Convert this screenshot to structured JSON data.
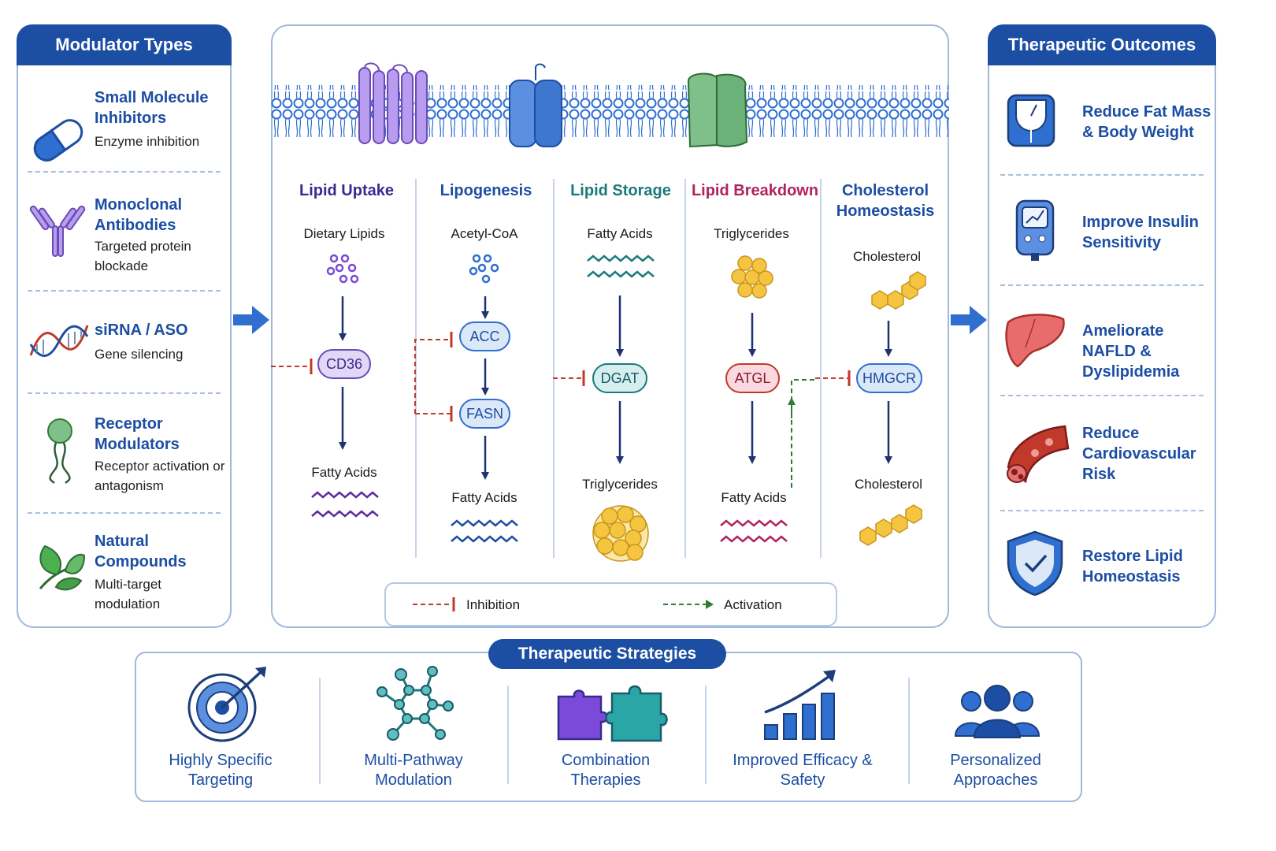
{
  "modulator_types": {
    "header": "Modulator Types",
    "items": [
      {
        "title": "Small Molecule Inhibitors",
        "desc": "Enzyme inhibition",
        "icon": "capsule-icon"
      },
      {
        "title": "Monoclonal Antibodies",
        "desc": "Targeted protein blockade",
        "icon": "antibody-icon"
      },
      {
        "title": "siRNA / ASO",
        "desc": "Gene silencing",
        "icon": "dna-icon"
      },
      {
        "title": "Receptor Modulators",
        "desc": "Receptor activation or antagonism",
        "icon": "receptor-icon"
      },
      {
        "title": "Natural Compounds",
        "desc": "Multi-target modulation",
        "icon": "leaf-icon"
      }
    ]
  },
  "pathways": {
    "columns": [
      {
        "title": "Lipid Uptake",
        "color": "#3a2a8f",
        "input": "Dietary Lipids",
        "target": "CD36",
        "output": "Fatty Acids"
      },
      {
        "title": "Lipogenesis",
        "color": "#1c4ea3",
        "input": "Acetyl-CoA",
        "targets": [
          "ACC",
          "FASN"
        ],
        "output": "Fatty Acids"
      },
      {
        "title": "Lipid Storage",
        "color": "#1a7a7a",
        "input": "Fatty Acids",
        "target": "DGAT",
        "output": "Triglycerides"
      },
      {
        "title": "Lipid Breakdown",
        "color": "#b0245e",
        "input": "Triglycerides",
        "target": "ATGL",
        "output": "Fatty Acids"
      },
      {
        "title": "Cholesterol Homeostasis",
        "color": "#1c4ea3",
        "input": "Cholesterol",
        "target": "HMGCR",
        "output": "Cholesterol"
      }
    ],
    "legend": {
      "inhibition": "Inhibition",
      "activation": "Activation"
    }
  },
  "therapeutic_outcomes": {
    "header": "Therapeutic Outcomes",
    "items": [
      {
        "title": "Reduce Fat Mass & Body Weight",
        "icon": "scale-icon"
      },
      {
        "title": "Improve Insulin Sensitivity",
        "icon": "glucometer-icon"
      },
      {
        "title": "Ameliorate NAFLD & Dyslipidemia",
        "icon": "liver-icon"
      },
      {
        "title": "Reduce Cardiovascular Risk",
        "icon": "artery-icon"
      },
      {
        "title": "Restore Lipid Homeostasis",
        "icon": "shield-check-icon"
      }
    ]
  },
  "therapeutic_strategies": {
    "header": "Therapeutic Strategies",
    "items": [
      {
        "label": "Highly Specific Targeting",
        "icon": "target-icon"
      },
      {
        "label": "Multi-Pathway Modulation",
        "icon": "network-icon"
      },
      {
        "label": "Combination Therapies",
        "icon": "puzzle-icon"
      },
      {
        "label": "Improved Efficacy & Safety",
        "icon": "growth-chart-icon"
      },
      {
        "label": "Personalized Approaches",
        "icon": "people-icon"
      }
    ]
  },
  "colors": {
    "primary": "#1c4ea3",
    "inhibition": "#c0392b",
    "activation": "#2e7d32",
    "border": "#9fb8dc"
  }
}
